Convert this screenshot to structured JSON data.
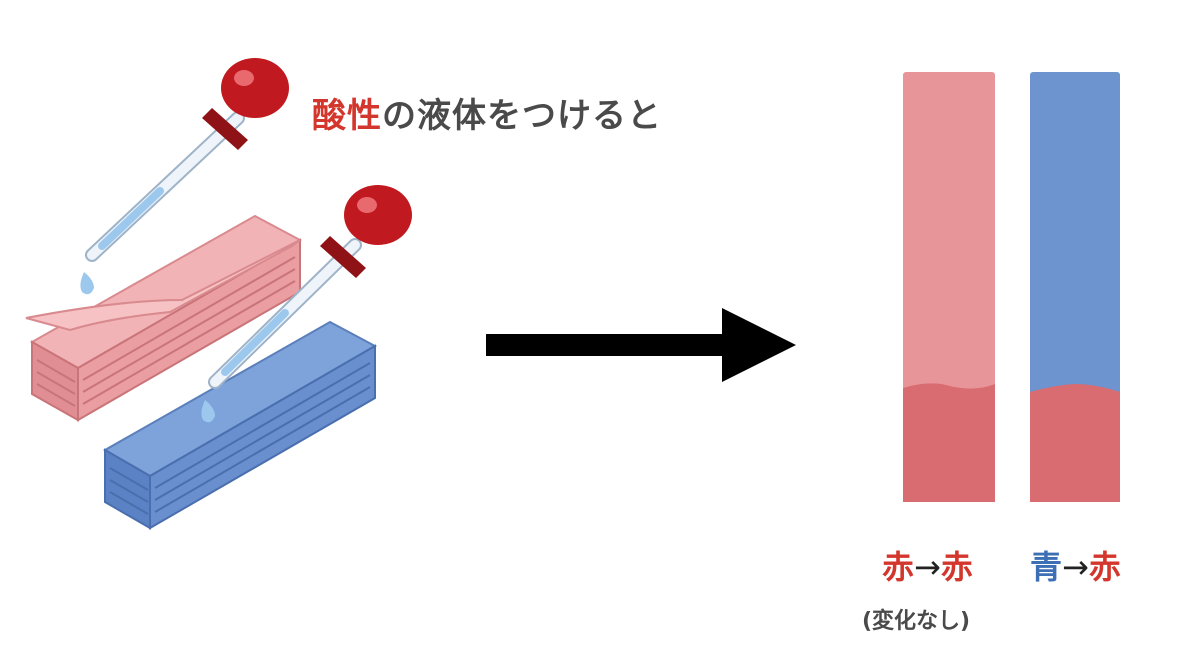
{
  "caption": {
    "highlight": "酸性",
    "rest": "の液体をつけると"
  },
  "results": {
    "left": {
      "before": "赤",
      "arrow": "→",
      "after": "赤",
      "note": "(変化なし)"
    },
    "right": {
      "before": "青",
      "arrow": "→",
      "after": "赤"
    }
  },
  "colors": {
    "red_paper": "#e8959a",
    "red_paper_wet": "#d96c70",
    "blue_paper": "#6e94d0",
    "red_text": "#d3362c",
    "blue_text": "#3d6fb5",
    "dropper_bulb": "#c0191f",
    "liquid": "#9cc8ee",
    "arrow": "#000000"
  }
}
